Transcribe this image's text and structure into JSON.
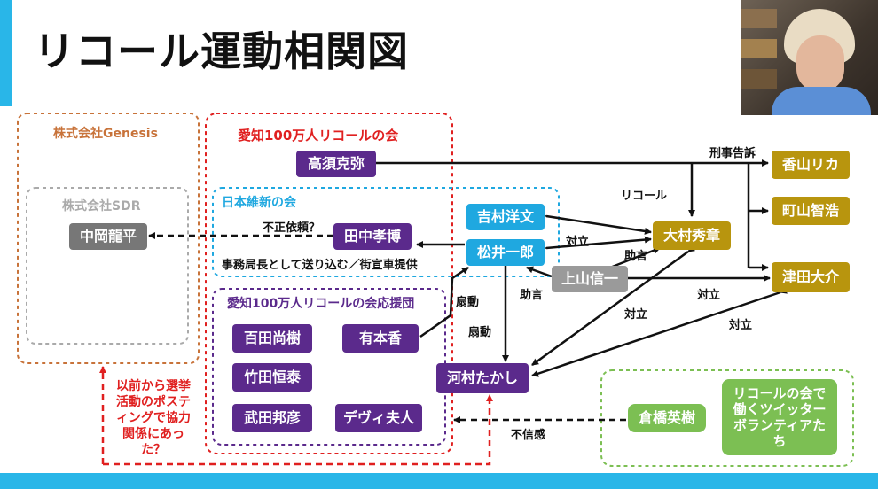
{
  "title": "リコール運動相関図",
  "groups": {
    "genesis": "株式会社Genesis",
    "sdr": "株式会社SDR",
    "aichi100": "愛知100万人リコールの会",
    "ishin": "日本維新の会",
    "support": "愛知100万人リコールの会応援団"
  },
  "nodes": {
    "nakaoka": "中岡龍平",
    "takasu": "高須克弥",
    "tanaka": "田中孝博",
    "yoshimura": "吉村洋文",
    "matsui": "松井一郎",
    "omura": "大村秀章",
    "kamiyama": "上山信一",
    "kayama": "香山リカ",
    "machiyama": "町山智浩",
    "tsuda": "津田大介",
    "momota": "百田尚樹",
    "arimoto": "有本香",
    "takeda_tsuneyasu": "竹田恒泰",
    "takeda_kunihiko": "武田邦彦",
    "dewi": "デヴィ夫人",
    "kawamura": "河村たかし",
    "kurahashi": "倉橋英樹",
    "twitter_volunteers": "リコールの会で働くツイッターボランティアたち"
  },
  "labels": {
    "fusei": "不正依頼？",
    "jimu": "事務局長として送り込む／街宣車提供",
    "keiji": "刑事告訴",
    "recall": "リコール",
    "tairitsu1": "対立",
    "jogen1": "助言",
    "jogen2": "助言",
    "tairitsu2": "対立",
    "tairitsu3": "対立",
    "tairitsu4": "対立",
    "sendo1": "扇動",
    "sendo2": "扇動",
    "fushinkan": "不信感"
  },
  "note": "以前から選挙活動のポスティングで協力関係にあった？",
  "colors": {
    "accent_blue": "#29b6e8",
    "purple": "#5b2a8c",
    "gold": "#b8950e",
    "red": "#e02020",
    "genesis_orange": "#c8733a",
    "green": "#7cbf53"
  }
}
